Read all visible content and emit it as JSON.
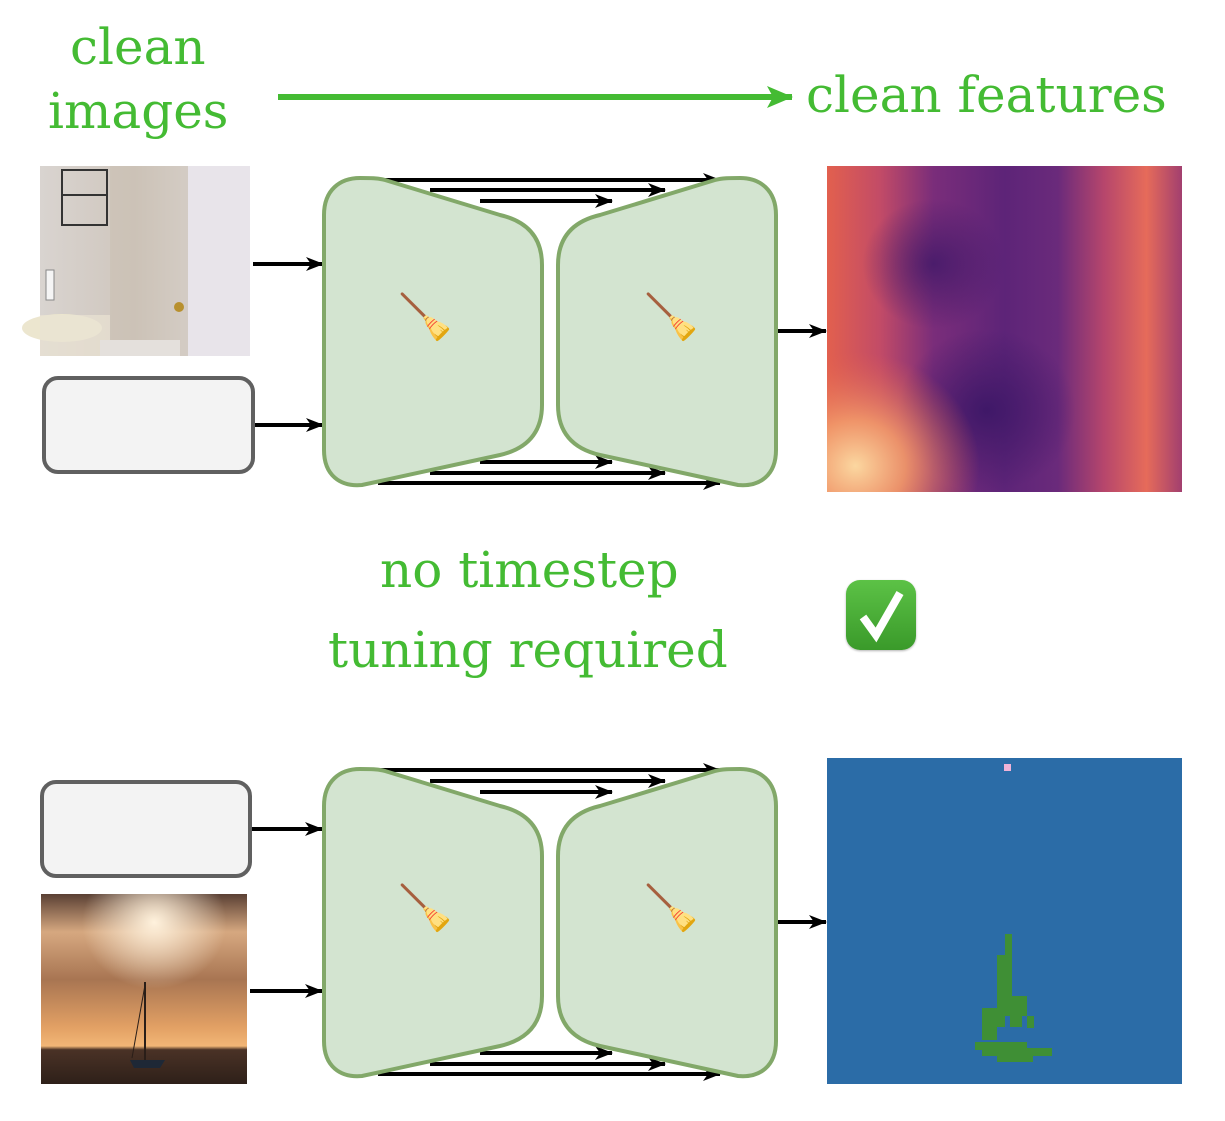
{
  "header": {
    "left_label_line1": "clean",
    "left_label_line2": "images",
    "right_label": "clean features",
    "arrow_color": "#44bb33"
  },
  "middle": {
    "caption_line1": "no timestep",
    "caption_line2": "tuning required",
    "check_icon": "white-heavy-check-mark"
  },
  "pipelines": [
    {
      "name": "depth",
      "input_image": "bathroom scene photo",
      "empty_prompt_box": true,
      "encoder_icon": "broom",
      "decoder_icon": "broom",
      "output": "depth map (magma colormap)"
    },
    {
      "name": "segmentation",
      "input_image": "sailboat at sunset photo",
      "empty_prompt_box": true,
      "encoder_icon": "broom",
      "decoder_icon": "broom",
      "output": "segmentation mask (blue background, green boat)"
    }
  ],
  "colors": {
    "text_green": "#44bb33",
    "unet_fill": "#d3e4d0",
    "unet_stroke": "#82a869",
    "prompt_box_fill": "#f3f3f3",
    "prompt_box_stroke": "#606060",
    "seg_background": "#2b6ca7",
    "seg_boat": "#3f8f35",
    "seg_marker": "#f0b3d8"
  },
  "icons": {
    "broom": "🧹"
  }
}
